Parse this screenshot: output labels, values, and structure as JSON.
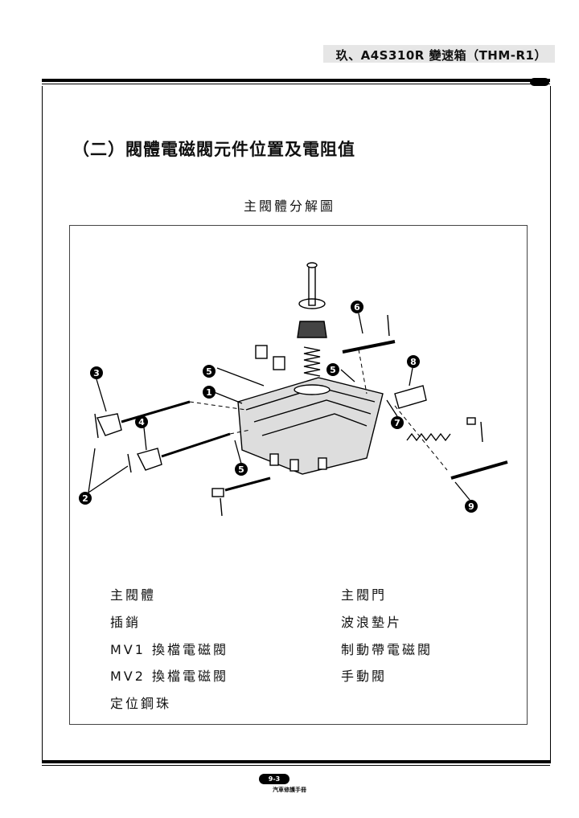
{
  "header": {
    "title": "玖、A4S310R 變速箱（THM-R1）"
  },
  "section_title": "（二）閥體電磁閥元件位置及電阻值",
  "figure_title": "主閥體分解圖",
  "callouts": [
    "1",
    "2",
    "3",
    "4",
    "5",
    "5",
    "6",
    "7",
    "8",
    "9"
  ],
  "legend": [
    "主閥體",
    "主閥門",
    "插銷",
    "波浪墊片",
    "MV1 換檔電磁閥",
    "制動帶電磁閥",
    "MV2 換檔電磁閥",
    "手動閥",
    "定位鋼珠"
  ],
  "footer": {
    "page": "9-3",
    "label": "汽車修護手冊"
  }
}
